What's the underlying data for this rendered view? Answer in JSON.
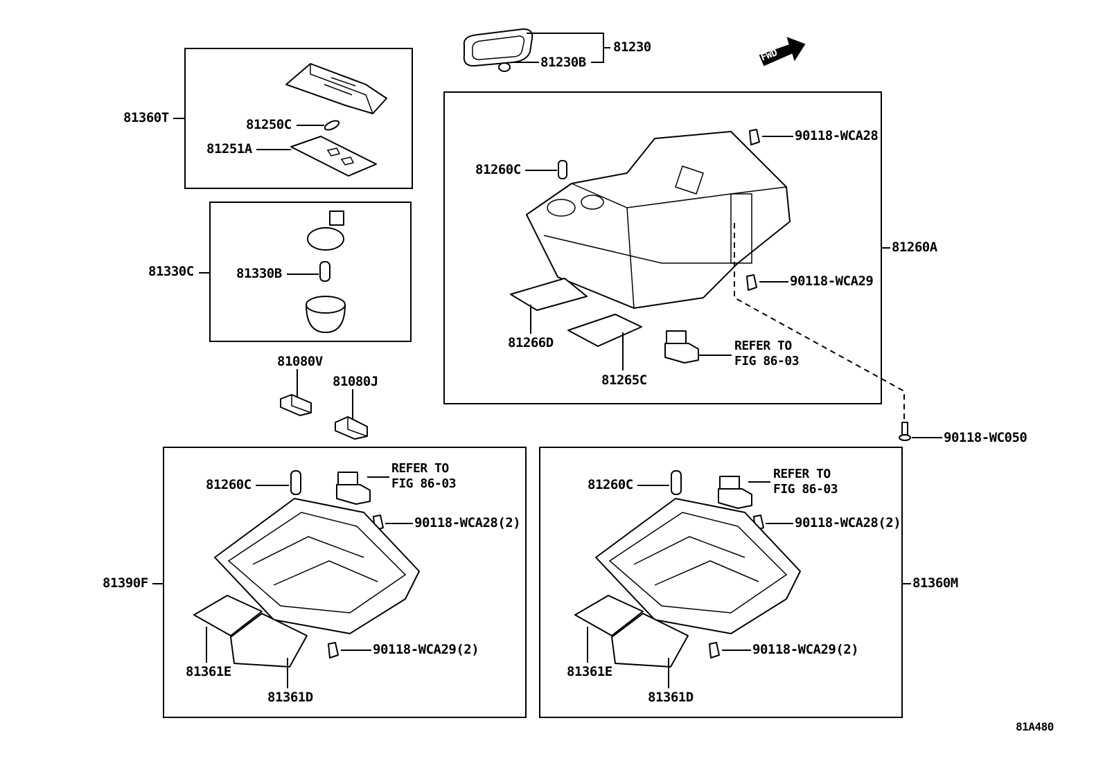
{
  "diagram": {
    "figure_id": "81A480",
    "fwd_badge": "FWD",
    "top_assembly": {
      "main_label": "81230",
      "sub_label": "81230B"
    },
    "box_81360T": {
      "assembly_label": "81360T",
      "parts": [
        "81250C",
        "81251A"
      ]
    },
    "box_81330C": {
      "assembly_label": "81330C",
      "parts": [
        "81330B"
      ]
    },
    "loose_parts": [
      "81080V",
      "81080J"
    ],
    "box_81260A": {
      "assembly_label": "81260A",
      "parts": {
        "bulb": "81260C",
        "clip_top": "90118-WCA28",
        "clip_bottom": "90118-WCA29",
        "lens": "81266D",
        "cover": "81265C",
        "refer": "REFER TO\nFIG 86-03"
      }
    },
    "screw": "90118-WC050",
    "box_81390F": {
      "assembly_label": "81390F",
      "parts": {
        "bulb": "81260C",
        "refer": "REFER TO\nFIG 86-03",
        "clip_top": "90118-WCA28(2)",
        "clip_bottom": "90118-WCA29(2)",
        "lens_left": "81361E",
        "lens_right": "81361D"
      }
    },
    "box_81360M": {
      "assembly_label": "81360M",
      "parts": {
        "bulb": "81260C",
        "refer": "REFER TO\nFIG 86-03",
        "clip_top": "90118-WCA28(2)",
        "clip_bottom": "90118-WCA29(2)",
        "lens_left": "81361E",
        "lens_right": "81361D"
      }
    }
  }
}
